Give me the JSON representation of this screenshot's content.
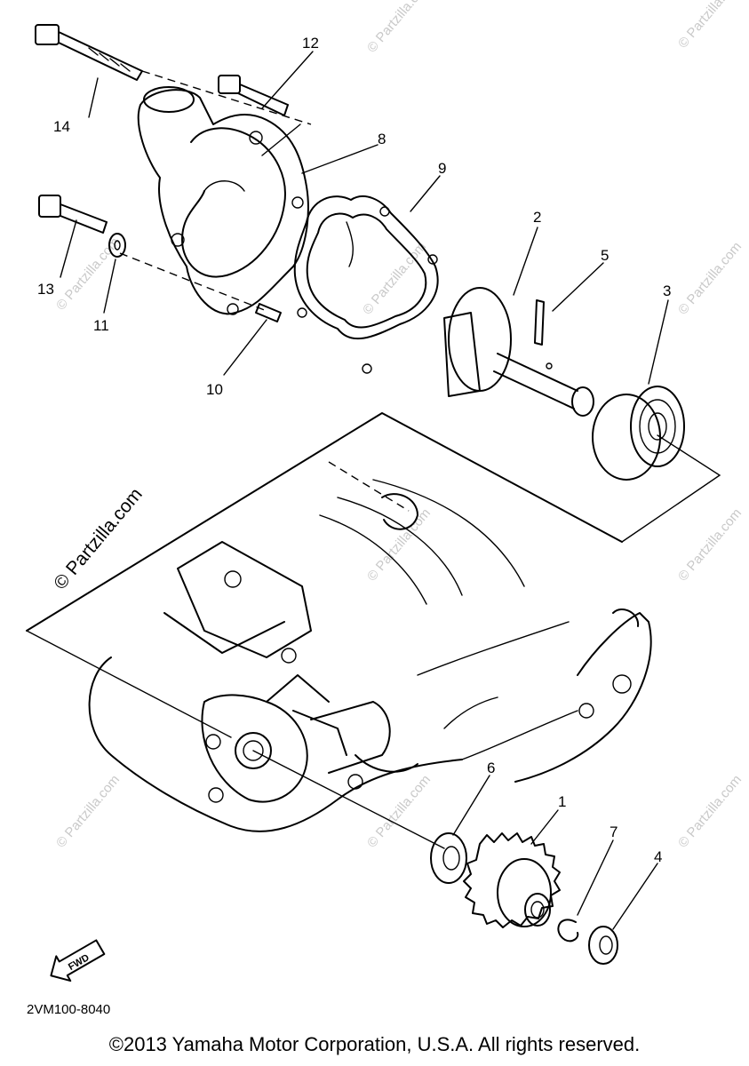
{
  "diagram": {
    "callouts": [
      {
        "id": "c1",
        "text": "1"
      },
      {
        "id": "c2",
        "text": "2"
      },
      {
        "id": "c3",
        "text": "3"
      },
      {
        "id": "c4",
        "text": "4"
      },
      {
        "id": "c5",
        "text": "5"
      },
      {
        "id": "c6",
        "text": "6"
      },
      {
        "id": "c7",
        "text": "7"
      },
      {
        "id": "c8",
        "text": "8"
      },
      {
        "id": "c9",
        "text": "9"
      },
      {
        "id": "c10",
        "text": "10"
      },
      {
        "id": "c11",
        "text": "11"
      },
      {
        "id": "c12",
        "text": "12"
      },
      {
        "id": "c13",
        "text": "13"
      },
      {
        "id": "c14",
        "text": "14"
      }
    ],
    "fwd_label": "FWD",
    "drawing_code": "2VM100-8040",
    "watermark": "© Partzilla.com",
    "watermark_faint": "© Partzilla.com"
  },
  "footer": {
    "copyright": "©2013 Yamaha Motor Corporation, U.S.A. All rights reserved."
  }
}
